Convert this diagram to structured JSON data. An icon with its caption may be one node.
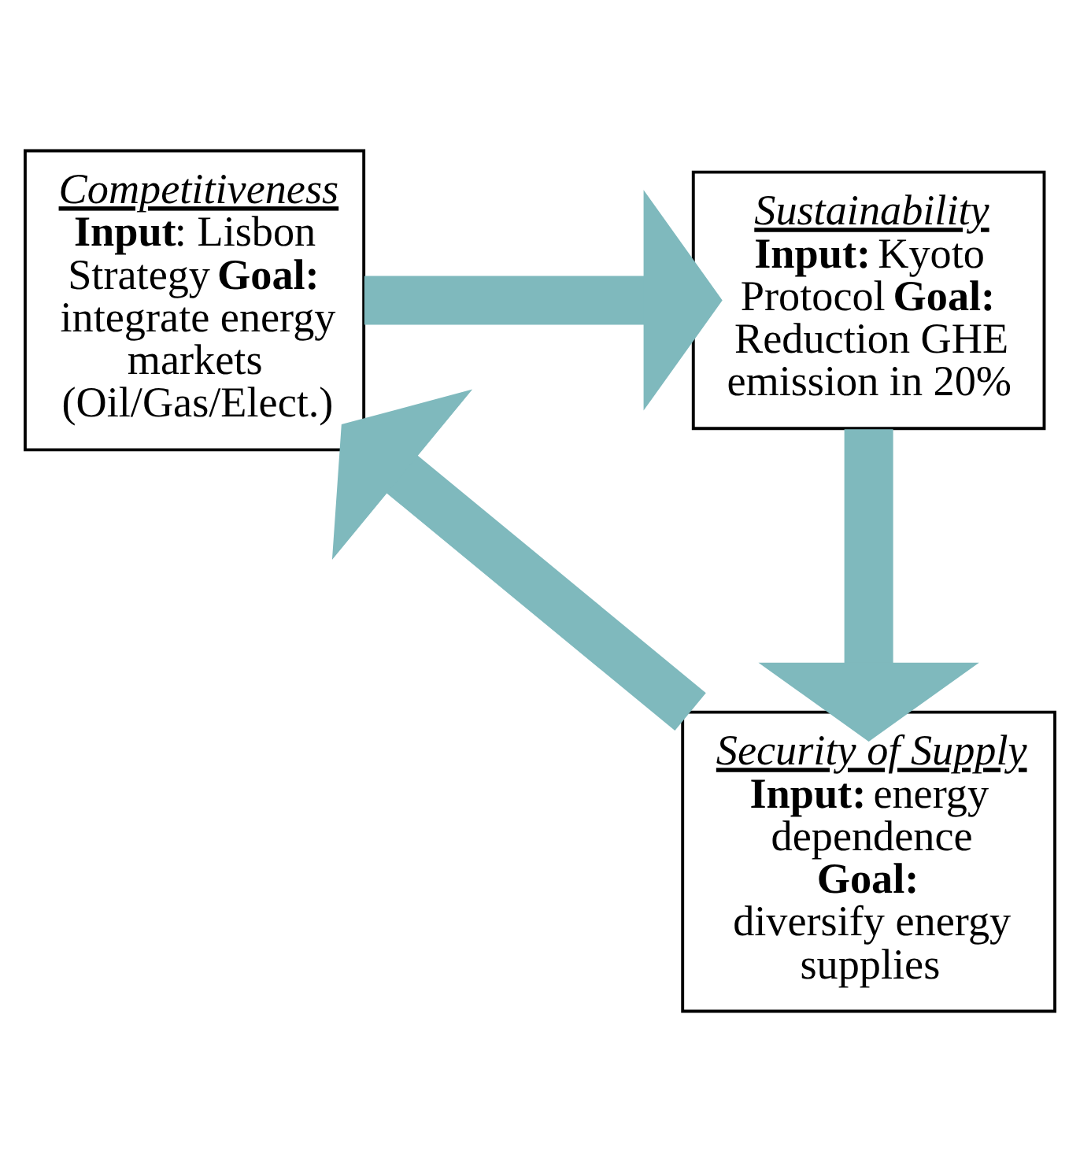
{
  "diagram": {
    "nodes": [
      {
        "text": [
          "Competitiveness",
          "**Input**: Lisbon Strategy **Goal:** integrate energy markets (Oil/Gas/Elect.)"
        ]
      },
      {
        "text": [
          "Sustainability",
          "**Input:** Kyoto Protocol **Goal:** Reduction GHE emission in 20%"
        ]
      },
      {
        "text": [
          "Security of Supply",
          "**Input:** energy dependence **Goal:** diversify energy supplies"
        ]
      }
    ],
    "edges": [
      {
        "from": 0,
        "to": 1,
        "arrow": "to"
      },
      {
        "from": 1,
        "to": 2,
        "arrow": "to"
      },
      {
        "from": 2,
        "to": 0,
        "arrow": "to"
      }
    ]
  }
}
